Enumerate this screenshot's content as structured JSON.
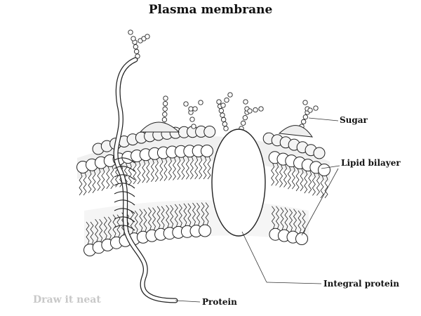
{
  "title": "Plasma membrane",
  "labels": {
    "sugar": "Sugar",
    "lipid_bilayer": "Lipid bilayer",
    "integral_protein": "Integral protein",
    "protein": "Protein"
  },
  "watermark": "Draw it neat"
}
